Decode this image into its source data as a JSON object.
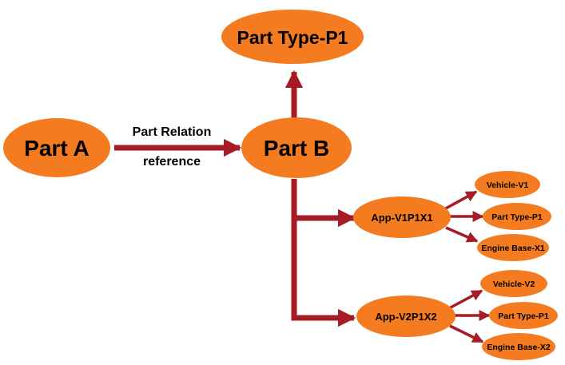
{
  "colors": {
    "node_fill": "#f47b20",
    "arrow": "#a51c24",
    "text": "#000000"
  },
  "nodes": {
    "part_type_p1_top": "Part Type-P1",
    "part_a": "Part A",
    "part_b": "Part B",
    "app_v1p1x1": "App-V1P1X1",
    "vehicle_v1": "Vehicle-V1",
    "part_type_p1_a": "Part Type-P1",
    "engine_base_x1": "Engine Base-X1",
    "app_v2p1x2": "App-V2P1X2",
    "vehicle_v2": "Vehicle-V2",
    "part_type_p1_b": "Part Type-P1",
    "engine_base_x2": "Engine Base-X2"
  },
  "edge_labels": {
    "relation_line1": "Part Relation",
    "relation_line2": "reference"
  }
}
